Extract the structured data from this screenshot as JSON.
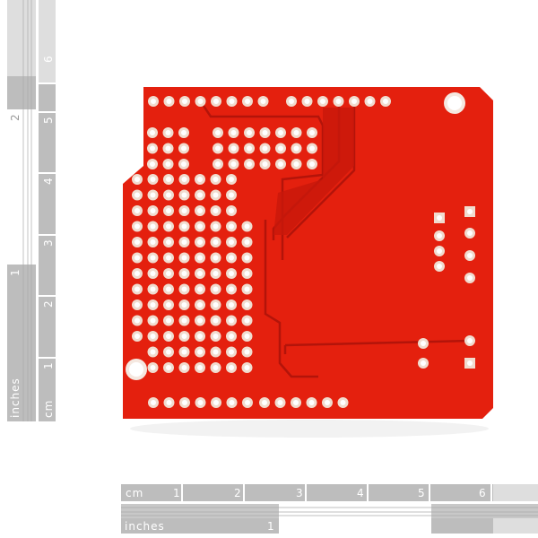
{
  "colors": {
    "board": "#e4200e",
    "trace": "#b3140a",
    "pad": "#f3e6dc",
    "ruler": "#bdbdbd",
    "ruler_light": "#dedede"
  },
  "bottom_ruler": {
    "cm_label": "cm",
    "cm_ticks": [
      "1",
      "2",
      "3",
      "4",
      "5",
      "6"
    ],
    "inch_label": "inches",
    "inch_ticks": [
      "1"
    ]
  },
  "left_ruler": {
    "cm_label": "cm",
    "cm_ticks": [
      "1",
      "2",
      "3",
      "4",
      "5",
      "6"
    ],
    "inch_label": "inches",
    "inch_ticks": [
      "1",
      "2"
    ]
  }
}
